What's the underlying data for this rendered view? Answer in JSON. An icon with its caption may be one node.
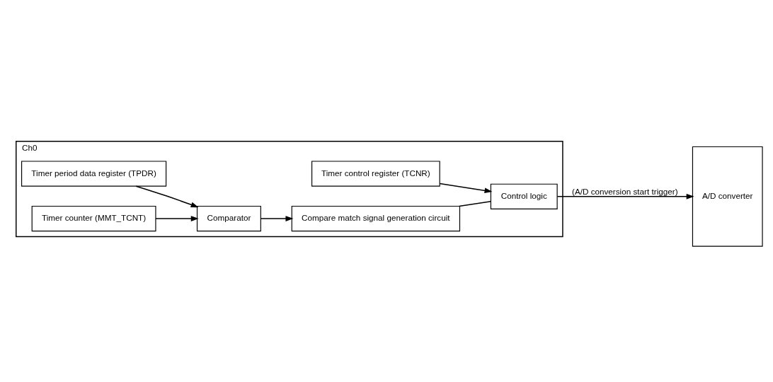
{
  "diagram": {
    "nodes": [
      {
        "text": [
          "A/D converter"
        ]
      },
      {
        "text": [
          "Ch0"
        ]
      },
      {
        "text": [
          "Control logic"
        ],
        "in": 1
      },
      {
        "text": [
          "Timer control register (TCNR)"
        ],
        "in": 1
      },
      {
        "text": [
          "Timer period data register (TPDR)"
        ],
        "in": 1
      },
      {
        "text": [
          "Comparator"
        ],
        "in": 1
      },
      {
        "text": [
          "Compare match signal generation circuit"
        ],
        "in": 1
      },
      {
        "text": [
          "Timer counter (MMT_TCNT)"
        ],
        "in": 1
      }
    ],
    "edges": [
      {
        "from": 2,
        "to": 0,
        "arrow": "to",
        "label": "(A/D conversion start trigger)"
      },
      {
        "from": 3,
        "to": 2,
        "arrow": "to"
      },
      {
        "from": 4,
        "to": 5,
        "arrow": "to"
      },
      {
        "from": 7,
        "to": 5,
        "arrow": "to"
      },
      {
        "from": 5,
        "to": 6,
        "arrow": "to"
      },
      {
        "from": 6,
        "to": 2,
        "arrow": "none"
      }
    ]
  }
}
